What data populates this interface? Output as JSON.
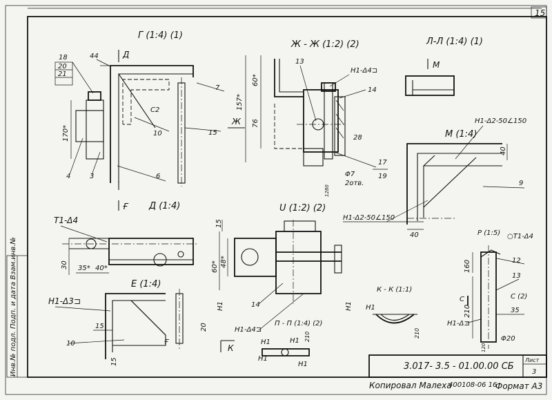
{
  "sheet_number_top": "15",
  "views": {
    "g": "Г (1:4) (1)",
    "zh": "Ж - Ж (1:2) (2)",
    "l": "Л-Л (1:4) (1)",
    "m": "М (1:4)",
    "d": "Д (1:4)",
    "u": "U (1:2) (2)",
    "e": "Е (1:4)",
    "p": "П - П (1:4) (2)",
    "r": "Р (1:5)",
    "k": "К - К (1:1)"
  },
  "arrows": {
    "d": "Д",
    "zh": "Ж",
    "m": "М",
    "f": "Ғ",
    "k": "К",
    "c1": "С",
    "c2": "С (2)"
  },
  "labels": {
    "n18": "18",
    "n20": "20",
    "n21": "21",
    "n44": "44",
    "n7": "7",
    "n10": "10",
    "n15": "15",
    "n4": "4",
    "n3": "3",
    "n6": "6",
    "n13": "13",
    "n14": "14",
    "n28": "28",
    "n17": "17",
    "n19": "19",
    "n9": "9",
    "n12": "12",
    "n10b": "10",
    "n14b": "14",
    "n13b": "13",
    "c2": "С2",
    "weld_zh": "Н1-Δ4⊐",
    "weld_m": "Н1-Δ2-50∠150",
    "weld_m2": "Н1-Δ2-50∠150",
    "weld_t1": "Т1-Δ4",
    "weld_e": "Н1-Δ3⊐",
    "weld_u": "Н1-Δ4⊐",
    "weld_r": "○Т1-Δ4",
    "weld_rr": "Н1-Δ⊐",
    "n1a": "Н1",
    "n1b": "Н1",
    "n1c": "Н1",
    "n1d": "Н1",
    "n1e": "Н1",
    "holes": "Φ7",
    "holes2": "2отв."
  },
  "dims": {
    "d170": "170*",
    "d157": "157*",
    "d60": "60*",
    "d76": "76",
    "d30": "30",
    "d35": "35*",
    "d40a": "40*",
    "d40": "40",
    "d40b": "40",
    "d15": "15",
    "d15b": "15",
    "d15c": "15",
    "d60b": "60*",
    "d48": "48*",
    "h1": "Н1",
    "h1b": "Н1",
    "h1c": "Н1",
    "d20": "20",
    "d160": "160",
    "d210": "210",
    "d35b": "35",
    "d20b": "Φ20",
    "d210b": "210",
    "d1280": "1280",
    "d210c": "210",
    "d210d": "210",
    "d120": "120"
  },
  "title_block": {
    "designation": "3.017- 3.5 - 01.00.00 СБ",
    "sheet_label": "Лист",
    "sheet_no": "3",
    "footer_left": "Копировал Малеха",
    "footer_mid": "400108-06  16",
    "footer_right": "Формат А3"
  },
  "side_stamp": "Инв.№ подл.  Подп. и дата  Взам.инв.№"
}
